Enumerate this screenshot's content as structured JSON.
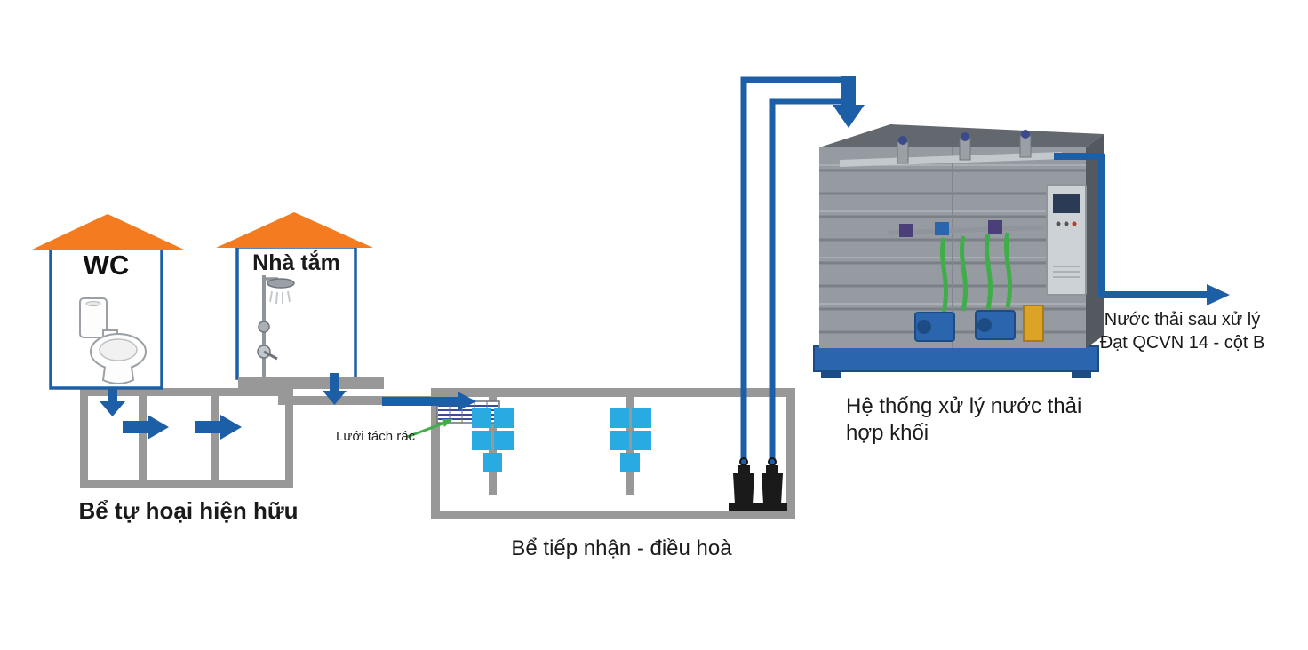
{
  "labels": {
    "wc": "WC",
    "bathroom": "Nhà tắm",
    "septic_tank": "Bể tự hoại hiện hữu",
    "trash_screen": "Lưới tách rác",
    "receiving_tank": "Bể tiếp nhận - điều hoà",
    "treatment_system_line1": "Hệ thống xử lý nước thải",
    "treatment_system_line2": "hợp khối",
    "effluent_line1": "Nước thải sau xử lý",
    "effluent_line2": "Đạt QCVN 14 - cột B"
  },
  "colors": {
    "roof-orange": "#f47b20",
    "pipe-blue": "#1d5fa7",
    "tank-gray": "#989898",
    "diffuser-blue": "#29abe2",
    "screen-green": "#3fae49",
    "unit-frame-blue": "#2a65ae",
    "text-dark": "#1a1a1a"
  }
}
